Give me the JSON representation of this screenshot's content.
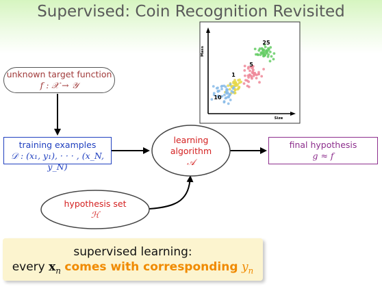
{
  "title": "Supervised: Coin Recognition Revisited",
  "scatter": {
    "ylabel": "Mass",
    "xlabel": "Size",
    "clusters": [
      {
        "label": "25",
        "color": "#66cc66"
      },
      {
        "label": "5",
        "color": "#ee8899"
      },
      {
        "label": "1",
        "color": "#e6d84a"
      },
      {
        "label": "10",
        "color": "#88bbe8"
      }
    ]
  },
  "target": {
    "line1": "unknown target function",
    "line2": "f : 𝒳 → 𝒴"
  },
  "training": {
    "line1": "training examples",
    "line2": "𝒟 : (x₁, y₁), · · · , (x_N, y_N)"
  },
  "algorithm": {
    "line1": "learning",
    "line2": "algorithm",
    "line3": "𝒜"
  },
  "final": {
    "line1": "final hypothesis",
    "line2": "g ≈ f"
  },
  "hypothesis_set": {
    "line1": "hypothesis set",
    "line2": "ℋ"
  },
  "summary": {
    "line1": "supervised learning:",
    "prefix": "every",
    "var": "x",
    "sub": "n",
    "emph": "comes with corresponding",
    "tail": "y",
    "tail_sub": "n"
  },
  "colors": {
    "red": "#d42020",
    "blue": "#1f3fbf",
    "purple": "#8d2e8d",
    "orange": "#f08a00",
    "box": "#fcf4cf"
  }
}
